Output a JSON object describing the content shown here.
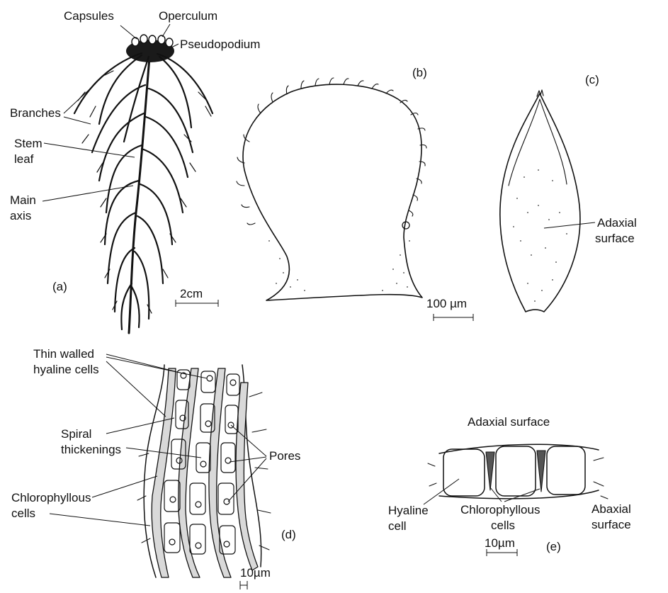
{
  "panels": {
    "a": {
      "tag": "(a)",
      "labels": {
        "capsules": "Capsules",
        "operculum": "Operculum",
        "pseudopodium": "Pseudopodium",
        "branches": "Branches",
        "stem_leaf_1": "Stem",
        "stem_leaf_2": "leaf",
        "main_axis_1": "Main",
        "main_axis_2": "axis"
      },
      "scale": "2cm"
    },
    "b": {
      "tag": "(b)"
    },
    "c": {
      "tag": "(c)",
      "labels": {
        "adaxial_1": "Adaxial",
        "adaxial_2": "surface"
      }
    },
    "bc_scale": "100 µm",
    "d": {
      "tag": "(d)",
      "labels": {
        "thin_walled_1": "Thin walled",
        "thin_walled_2": "hyaline cells",
        "spiral_1": "Spiral",
        "spiral_2": "thickenings",
        "pores": "Pores",
        "chloro_1": "Chlorophyllous",
        "chloro_2": "cells"
      },
      "scale": "10µm"
    },
    "e": {
      "tag": "(e)",
      "labels": {
        "adaxial_surface": "Adaxial  surface",
        "hyaline_1": "Hyaline",
        "hyaline_2": "cell",
        "chloro_1": "Chlorophyllous",
        "chloro_2": "cells",
        "abaxial_1": "Abaxial",
        "abaxial_2": "surface"
      },
      "scale": "10µm"
    }
  }
}
